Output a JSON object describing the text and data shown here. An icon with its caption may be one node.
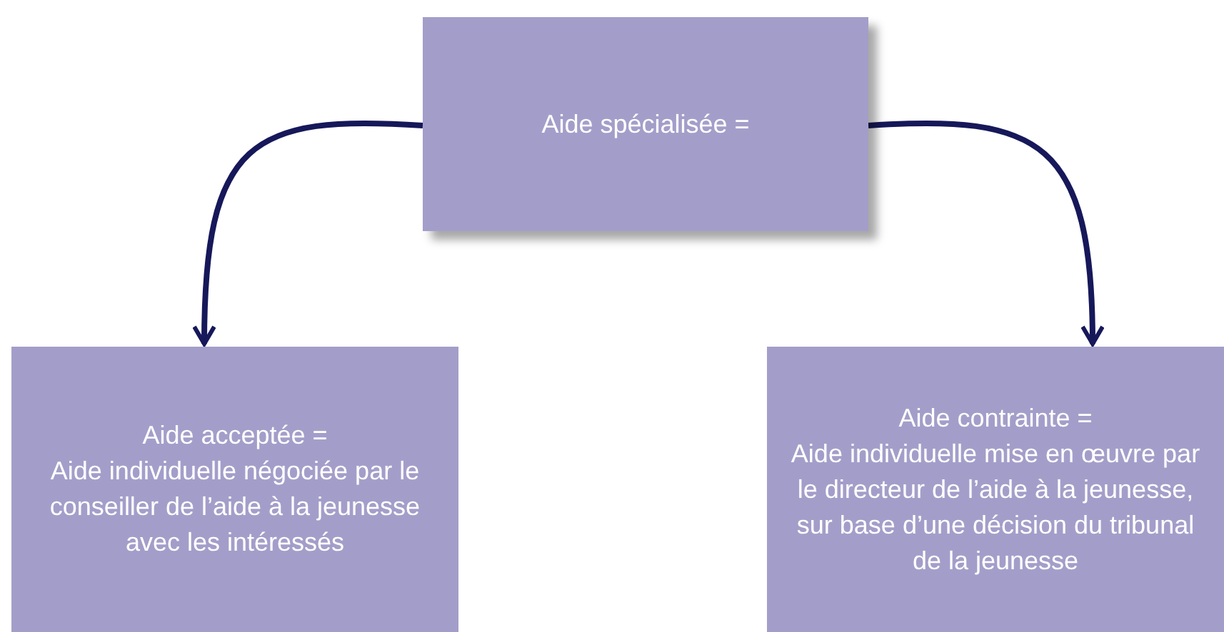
{
  "diagram": {
    "nodes": [
      {
        "text": [
          "Aide spécialisée ="
        ]
      },
      {
        "text": [
          "Aide acceptée =",
          "Aide individuelle négociée par le conseiller de l’aide à la jeunesse avec les intéressés"
        ]
      },
      {
        "text": [
          "Aide contrainte =",
          "Aide individuelle mise en œuvre par le directeur de l’aide à la jeunesse, sur base d’une décision du tribunal de la jeunesse"
        ]
      }
    ],
    "edges": [
      {
        "from": 0,
        "to": 1,
        "arrow": "to"
      },
      {
        "from": 0,
        "to": 2,
        "arrow": "to"
      }
    ]
  }
}
